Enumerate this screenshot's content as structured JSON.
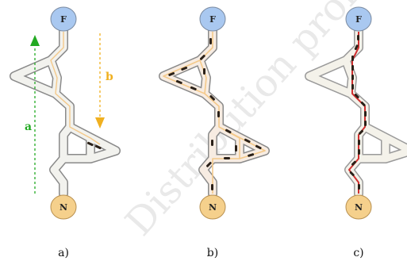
{
  "nodes": {
    "food_label": "F",
    "nest_label": "N",
    "food_color": "#a9c8f0",
    "nest_color": "#f5d08c"
  },
  "arrows": {
    "a_label": "a",
    "b_label": "b",
    "a_color": "#22aa22",
    "b_color": "#f0b020"
  },
  "panels": [
    {
      "label": "a)"
    },
    {
      "label": "b)"
    },
    {
      "label": "c)"
    }
  ],
  "watermark": {
    "text": "Distribution prohibited"
  },
  "colors": {
    "path_fill": "#f2f2ee",
    "path_stroke": "#8a8a8a",
    "pheromone_light": "#f4c98a",
    "pheromone_strong": "#d03030",
    "ant": "#2a2018"
  }
}
